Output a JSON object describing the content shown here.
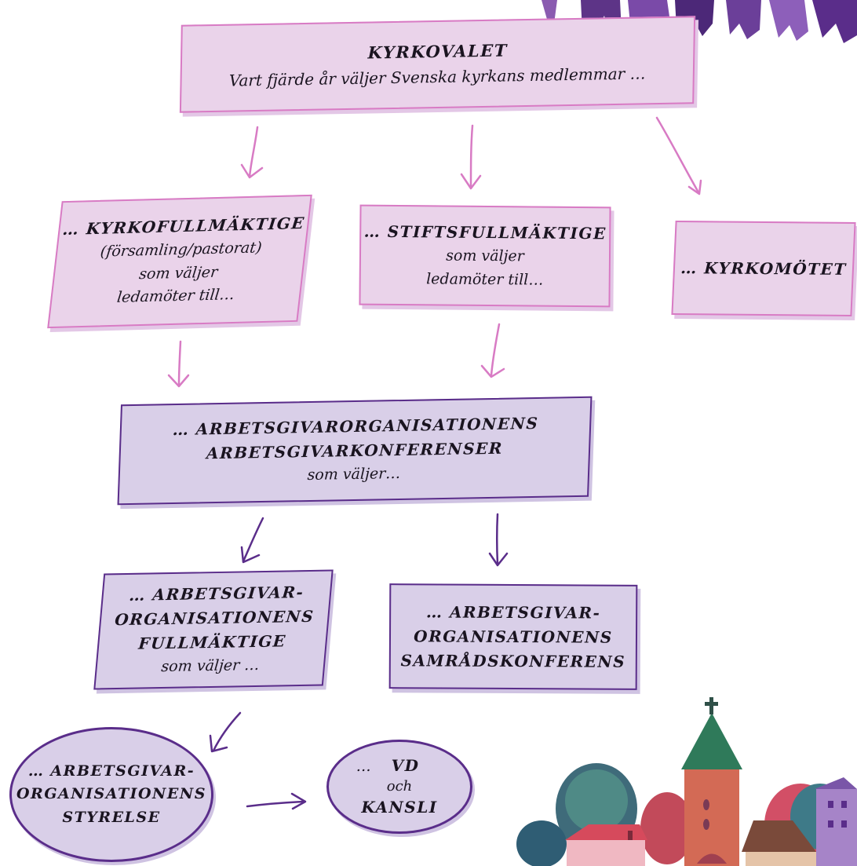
{
  "colors": {
    "pink_fill": "#ead3ea",
    "pink_stroke": "#d87bc4",
    "lavender_fill": "#d9cfe8",
    "purple_stroke": "#5a2d8a"
  },
  "nodes": {
    "kyrkovalet": {
      "title": "KYRKOVALET",
      "text": "Vart fjärde år väljer Svenska kyrkans medlemmar …"
    },
    "kyrkofullmaktige": {
      "title": "… KYRKOFULLMÄKTIGE",
      "line1": "(församling/pastorat)",
      "line2": "som väljer",
      "line3": "ledamöter till…"
    },
    "stiftsfullmaktige": {
      "title": "… STIFTSFULLMÄKTIGE",
      "line1": "som väljer",
      "line2": "ledamöter till…"
    },
    "kyrkomotet": {
      "title": "… KYRKOMÖTET"
    },
    "konferenser": {
      "line1": "… ARBETSGIVARORGANISATIONENS",
      "line2": "ARBETSGIVARKONFERENSER",
      "line3": "som väljer…"
    },
    "ao_fullmaktige": {
      "line1": "… ARBETSGIVAR-",
      "line2": "ORGANISATIONENS",
      "line3": "FULLMÄKTIGE",
      "line4": "som väljer …"
    },
    "samradskonferens": {
      "line1": "… ARBETSGIVAR-",
      "line2": "ORGANISATIONENS",
      "line3": "SAMRÅDSKONFERENS"
    },
    "styrelse": {
      "line1": "… ARBETSGIVAR-",
      "line2": "ORGANISATIONENS",
      "line3": "STYRELSE"
    },
    "vd_kansli": {
      "prefix": "…",
      "line1": "VD",
      "line2": "och",
      "line3": "KANSLI"
    }
  }
}
